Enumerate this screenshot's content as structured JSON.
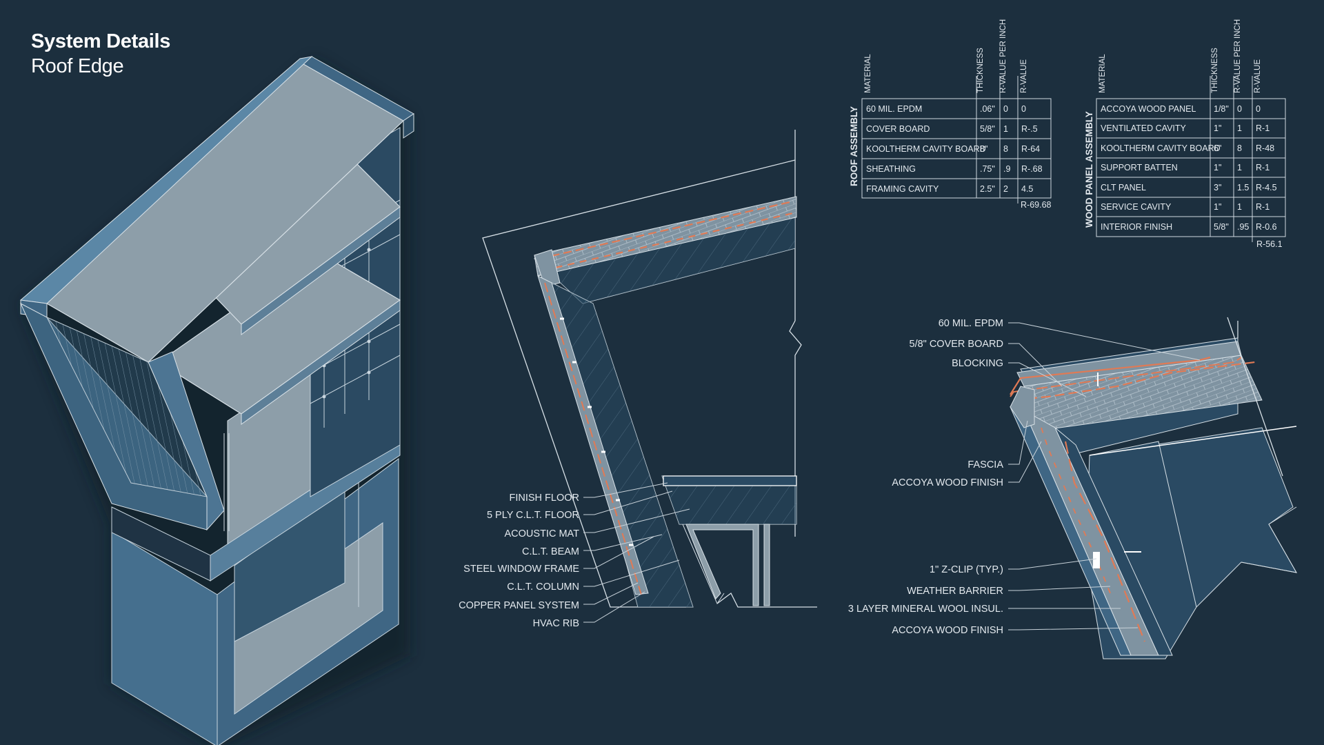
{
  "header": {
    "title": "System Details",
    "subtitle": "Roof Edge"
  },
  "colors": {
    "background": "#1c2f3e",
    "model_light": "#8a9ca8",
    "model_blue": "#3a5f7a",
    "section_fill": "#2a4a63",
    "membrane_accent": "#e07a55"
  },
  "tables": [
    {
      "name": "ROOF ASSEMBLY",
      "headers": [
        "MATERIAL",
        "THICKNESS",
        "R-VALUE PER INCH",
        "R-VALUE"
      ],
      "rows": [
        {
          "material": "60 MIL. EPDM",
          "thickness": ".06\"",
          "rpi": "0",
          "r": "0"
        },
        {
          "material": "COVER BOARD",
          "thickness": "5/8\"",
          "rpi": "1",
          "r": "R-.5"
        },
        {
          "material": "KOOLTHERM CAVITY BOARD",
          "thickness": "8\"",
          "rpi": "8",
          "r": "R-64"
        },
        {
          "material": "SHEATHING",
          "thickness": ".75\"",
          "rpi": ".9",
          "r": "R-.68"
        },
        {
          "material": "FRAMING CAVITY",
          "thickness": "2.5\"",
          "rpi": "2",
          "r": "4.5"
        }
      ],
      "total": "R-69.68"
    },
    {
      "name": "WOOD PANEL ASSEMBLY",
      "headers": [
        "MATERIAL",
        "THICKNESS",
        "R-VALUE PER INCH",
        "R-VALUE"
      ],
      "rows": [
        {
          "material": "ACCOYA WOOD PANEL",
          "thickness": "1/8\"",
          "rpi": "0",
          "r": "0"
        },
        {
          "material": "VENTILATED CAVITY",
          "thickness": "1\"",
          "rpi": "1",
          "r": "R-1"
        },
        {
          "material": "KOOLTHERM CAVITY BOARD",
          "thickness": "6\"",
          "rpi": "8",
          "r": "R-48"
        },
        {
          "material": "SUPPORT BATTEN",
          "thickness": "1\"",
          "rpi": "1",
          "r": "R-1"
        },
        {
          "material": "CLT PANEL",
          "thickness": "3\"",
          "rpi": "1.5",
          "r": "R-4.5"
        },
        {
          "material": "SERVICE CAVITY",
          "thickness": "1\"",
          "rpi": "1",
          "r": "R-1"
        },
        {
          "material": "INTERIOR FINISH",
          "thickness": "5/8\"",
          "rpi": ".95",
          "r": "R-0.6"
        }
      ],
      "total": "R-56.1"
    }
  ],
  "section_labels": [
    "FINISH FLOOR",
    "5 PLY C.L.T. FLOOR",
    "ACOUSTIC MAT",
    "C.L.T. BEAM",
    "STEEL WINDOW FRAME",
    "C.L.T. COLUMN",
    "COPPER PANEL SYSTEM",
    "HVAC RIB"
  ],
  "detail_labels_top": [
    "60 MIL. EPDM",
    "5/8\" COVER BOARD",
    "BLOCKING"
  ],
  "detail_labels_mid": [
    "FASCIA",
    "ACCOYA WOOD FINISH"
  ],
  "detail_labels_bottom": [
    "1\" Z-CLIP (TYP.)",
    "WEATHER BARRIER",
    "3 LAYER MINERAL WOOL INSUL.",
    "ACCOYA WOOD FINISH"
  ]
}
